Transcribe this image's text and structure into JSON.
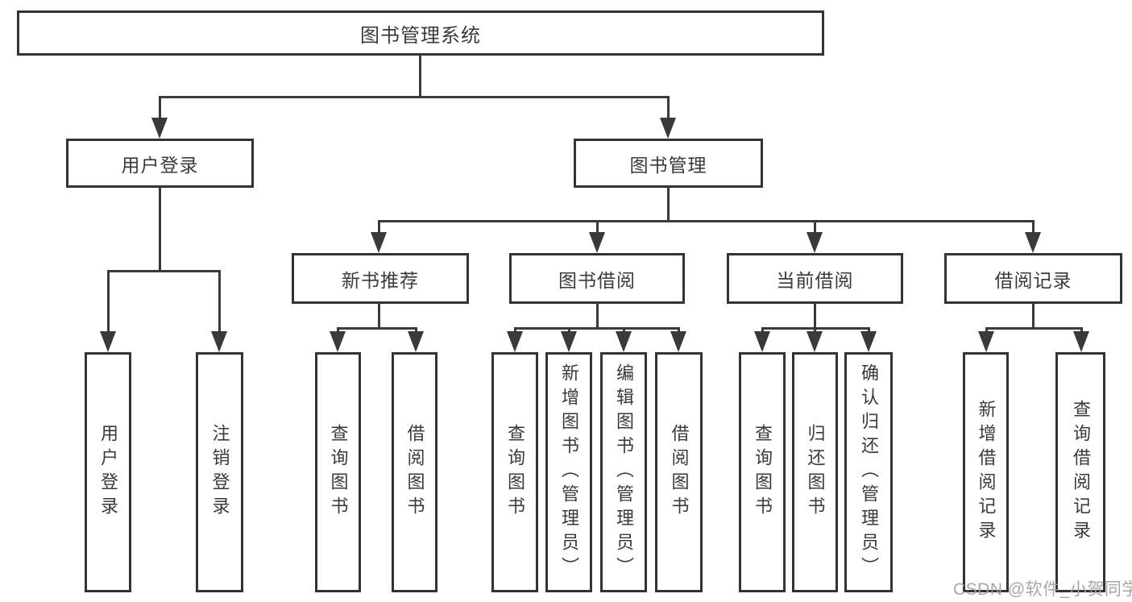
{
  "colors": {
    "line": "#3a3a3a",
    "box_border": "#333333",
    "text": "#3a3a3a",
    "background": "#ffffff",
    "watermark": "#a0a0a0"
  },
  "root": {
    "label": "图书管理系统"
  },
  "nodes": {
    "user_login": {
      "label": "用户登录"
    },
    "book_mgmt": {
      "label": "图书管理"
    },
    "new_books": {
      "label": "新书推荐"
    },
    "book_borrow": {
      "label": "图书借阅"
    },
    "current_borrow": {
      "label": "当前借阅"
    },
    "borrow_records": {
      "label": "借阅记录"
    }
  },
  "leaves": {
    "user_login": [
      "用户登录",
      "注销登录"
    ],
    "new_books": [
      "查询图书",
      "借阅图书"
    ],
    "book_borrow": [
      "查询图书",
      "新增图书（管理员）",
      "编辑图书（管理员）",
      "借阅图书"
    ],
    "current_borrow": [
      "查询图书",
      "归还图书",
      "确认归还（管理员）"
    ],
    "borrow_records": [
      "新增借阅记录",
      "查询借阅记录"
    ]
  },
  "watermark": "CSDN @软件_小贺同学"
}
